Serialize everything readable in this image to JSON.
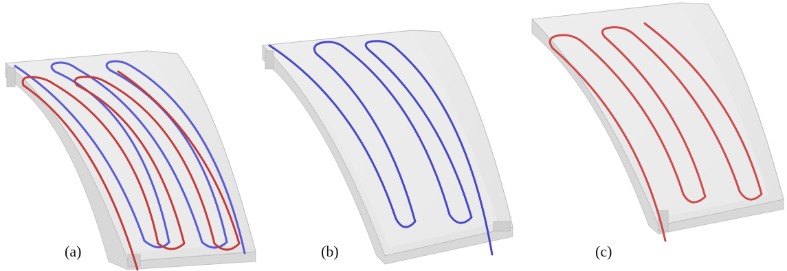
{
  "panels": [
    {
      "label": "(a)",
      "pipes": [
        "supply",
        "return"
      ]
    },
    {
      "label": "(b)",
      "pipes": [
        "supply"
      ]
    },
    {
      "label": "(c)",
      "pipes": [
        "return"
      ]
    }
  ],
  "colors": {
    "slab_top": "#ebebeb",
    "slab_edge": "#d6d6d6",
    "slab_outline": "#bdbdbd",
    "supply_pipe": "#5b5bd6",
    "return_pipe": "#c53a3a"
  }
}
